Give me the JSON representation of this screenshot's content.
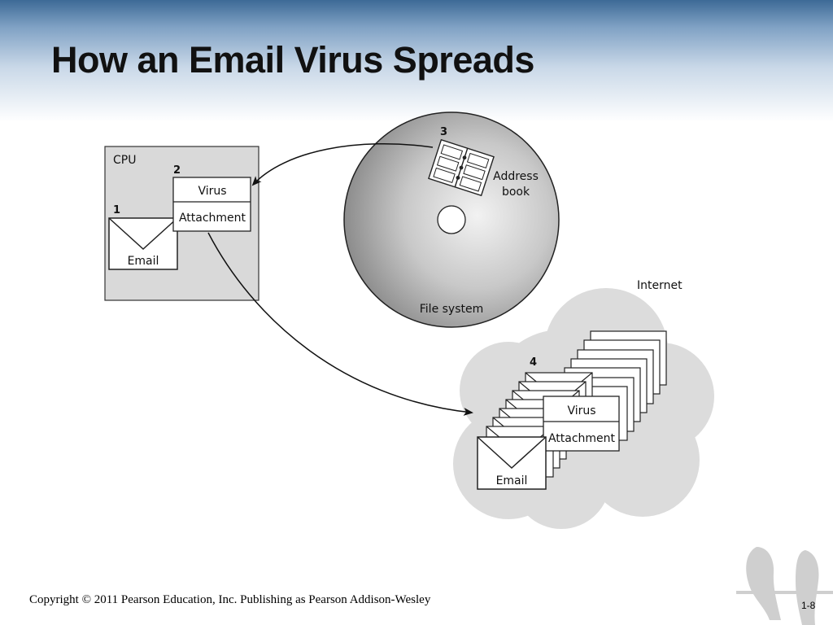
{
  "slide": {
    "title": "How an Email Virus Spreads",
    "copyright": "Copyright © 2011 Pearson Education, Inc. Publishing as Pearson Addison-Wesley",
    "page_number": "1-8"
  },
  "diagram": {
    "cpu": {
      "label": "CPU",
      "step_email": "1",
      "step_attachment": "2",
      "email_label": "Email",
      "virus_label": "Virus",
      "attachment_label": "Attachment"
    },
    "file_system": {
      "label": "File system",
      "step": "3",
      "address_book_line1": "Address",
      "address_book_line2": "book"
    },
    "internet": {
      "label": "Internet",
      "step": "4",
      "email_label": "Email",
      "virus_label": "Virus",
      "attachment_label": "Attachment"
    },
    "colors": {
      "header_gradient_top": "#3d6a96",
      "cpu_box_fill": "#d9d9d9",
      "disk_fill": "#a8a8a8",
      "cloud_fill": "#dcdcdc"
    }
  }
}
